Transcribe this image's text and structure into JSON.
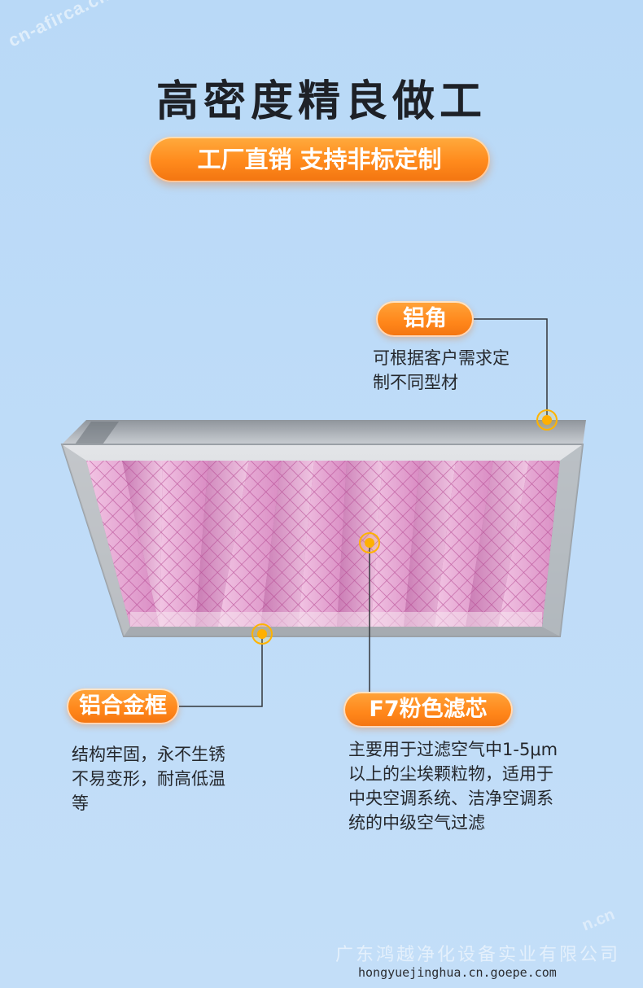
{
  "watermarks": {
    "top_left": "cn-afirca.cn",
    "bottom_right": "n.cn",
    "footer_company": "广东鸿越净化设备实业有限公司"
  },
  "header": {
    "title": "高密度精良做工",
    "subtitle": "工厂直销 支持非标定制"
  },
  "callouts": {
    "corner": {
      "label": "铝角",
      "desc_line1": "可根据客户需求定",
      "desc_line2": "制不同型材"
    },
    "frame": {
      "label": "铝合金框",
      "desc_line1": "结构牢固，永不生锈",
      "desc_line2": "不易变形，耐高低温",
      "desc_line3": "等"
    },
    "core": {
      "label": "F7粉色滤芯",
      "desc_line1": "主要用于过滤空气中1-5μm",
      "desc_line2": "以上的尘埃颗粒物，适用于",
      "desc_line3": "中央空调系统、洁净空调系",
      "desc_line4": "统的中级空气过滤"
    }
  },
  "footer": {
    "url": "hongyuejinghua.cn.goepe.com"
  },
  "colors": {
    "background": "#bddaf8",
    "accent_orange": "#ff8a1c",
    "dot_yellow": "#ffb000",
    "filter_pink": "#e8a4d2",
    "frame_gray": "#bfc3c8"
  },
  "icons": [
    "hotspot-dot-icon"
  ]
}
